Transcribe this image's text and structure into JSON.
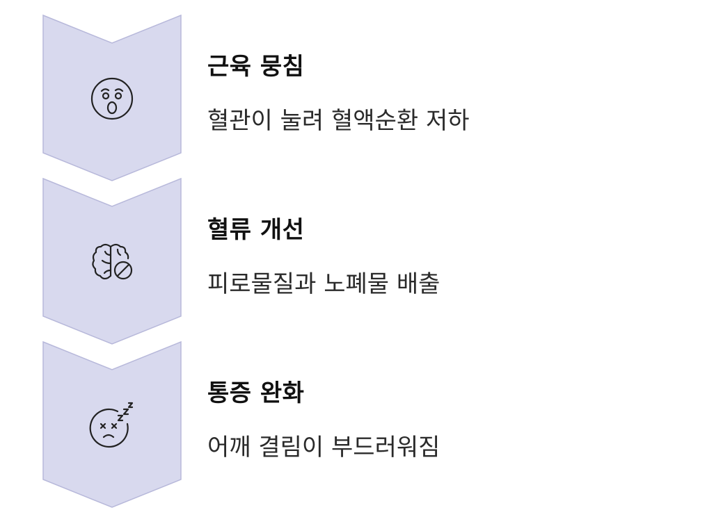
{
  "colors": {
    "chevron_fill": "#d8d9ee",
    "chevron_stroke": "#b7b8da",
    "text": "#111111"
  },
  "steps": [
    {
      "title": "근육 뭉침",
      "description": "혈관이 눌려 혈액순환 저하",
      "icon": "shocked-face-icon"
    },
    {
      "title": "혈류 개선",
      "description": "피로물질과 노폐물 배출",
      "icon": "brain-blocked-icon"
    },
    {
      "title": "통증 완화",
      "description": "어깨 결림이 부드러워짐",
      "icon": "sleeping-face-icon"
    }
  ]
}
